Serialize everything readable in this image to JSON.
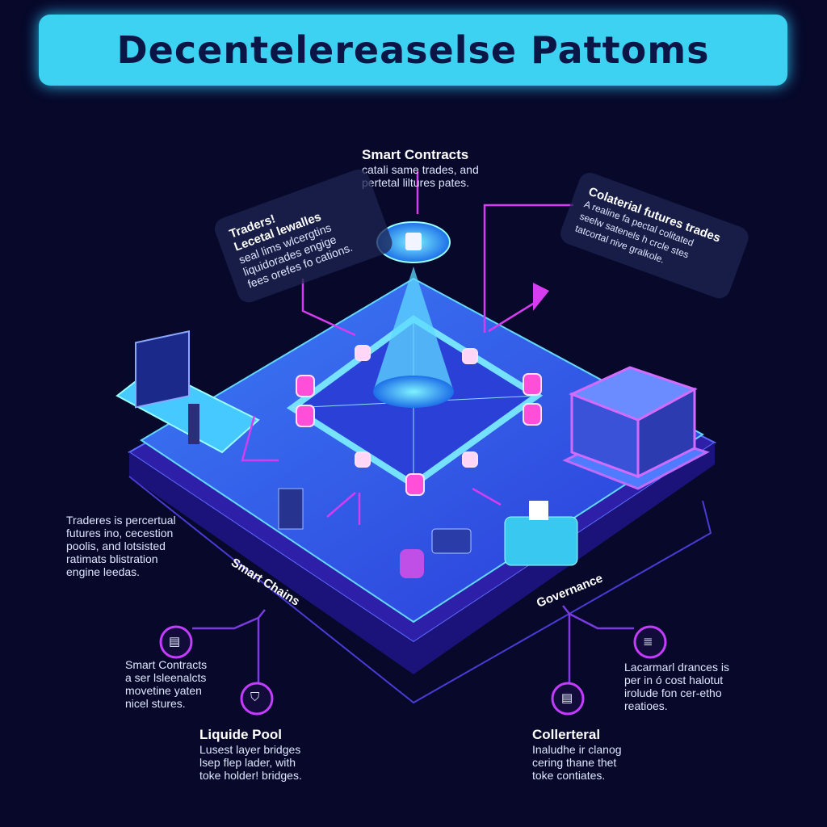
{
  "title": "Decentelereaselse Pattoms",
  "top_label": {
    "title": "Smart Contracts",
    "lines": [
      "catali same trades, and",
      "pertetal liltures pates."
    ]
  },
  "left_card": {
    "title_lines": [
      "Traders!",
      "Lecetal lewalles"
    ],
    "lines": [
      "seal lims wlcergtins",
      "liquidorades engige",
      "fees orefes fo cations."
    ]
  },
  "right_card": {
    "title": "Colaterial futures trades",
    "lines": [
      "A realine fa pectal colitated",
      "seelw satenels h crcle stes",
      "tatcortal nive gralkole."
    ]
  },
  "left_desc": {
    "lines": [
      "Traderes is percertual",
      "futures ino, cecestion",
      "poolis, and lotsisted",
      "ratimats blistration",
      "engine leedas."
    ]
  },
  "platform_labels": {
    "left": "Smart Chains",
    "right": "Governance"
  },
  "bottom_items": [
    {
      "icon": "contract-icon",
      "title": "",
      "lines": [
        "Smart Contracts",
        "a ser lsleenalcts",
        "movetine yaten",
        "nicel stures."
      ]
    },
    {
      "icon": "shield-icon",
      "title": "Liquide Pool",
      "lines": [
        "Lusest layer bridges",
        "lsep flep lader, with",
        "toke holder! bridges."
      ]
    },
    {
      "icon": "stack-icon",
      "title": "",
      "lines": [
        "Lacarmarl drances is",
        "per in ó cost halotut",
        "irolude fon cer-etho",
        "reatioes."
      ]
    },
    {
      "icon": "document-icon",
      "title": "Collerteral",
      "lines": [
        "Inaludhe ir clanog",
        "cering thane thet",
        "toke contiates."
      ]
    }
  ],
  "colors": {
    "background": "#07082a",
    "banner": "#3ed2f2",
    "accent_magenta": "#d63cf0",
    "accent_cyan": "#46d6ff",
    "platform": "#3b5cf0"
  }
}
